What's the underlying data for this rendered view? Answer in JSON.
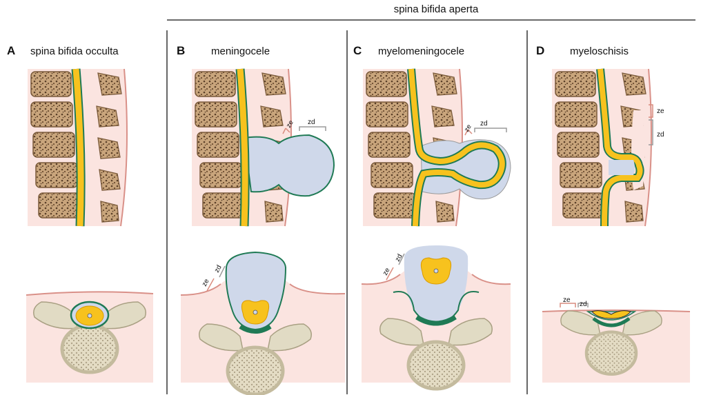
{
  "header": {
    "title": "spina bifida aperta"
  },
  "panels": [
    {
      "letter": "A",
      "title": "spina bifida occulta"
    },
    {
      "letter": "B",
      "title": "meningocele"
    },
    {
      "letter": "C",
      "title": "myelomeningocele"
    },
    {
      "letter": "D",
      "title": "myeloschisis"
    }
  ],
  "labels": {
    "ze": "ze",
    "zd": "zd"
  },
  "colors": {
    "skin": "#fbe4e0",
    "skin_line": "#d99088",
    "vertebra_fill": "#c8a880",
    "vertebra_dots": "#5a3f28",
    "cord": "#f7c21e",
    "cord_edge": "#d99a00",
    "meninges": "#1f7a55",
    "csf": "#cfd8ea",
    "bone_light": "#e6e0c8",
    "bone_edge": "#a9a083",
    "ze_color": "#d98c7e",
    "zd_color": "#9a9a9a"
  }
}
